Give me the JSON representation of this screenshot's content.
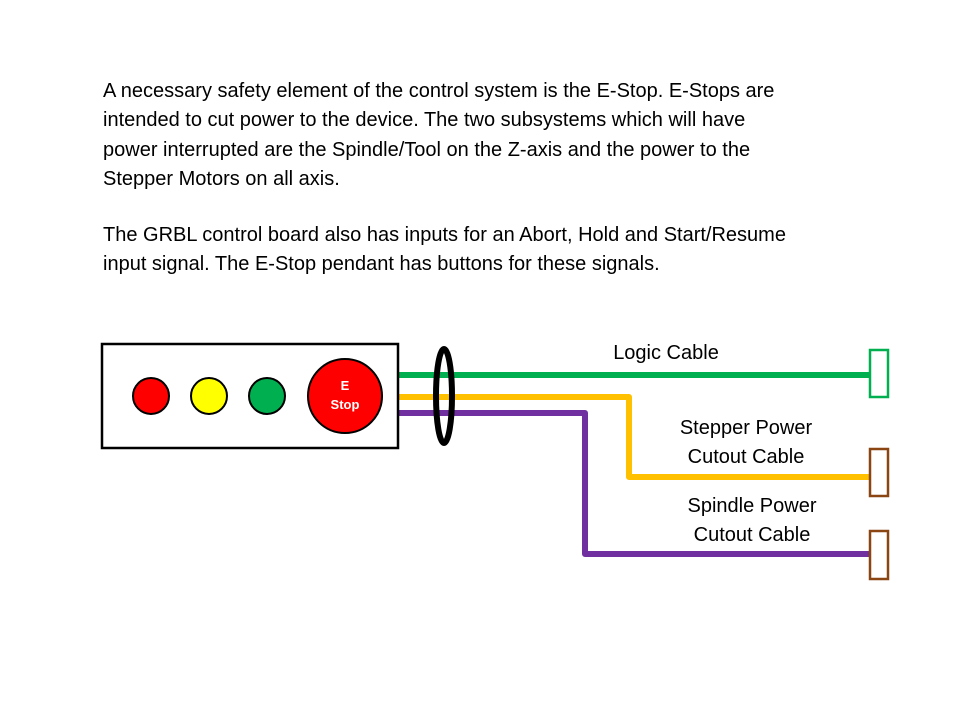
{
  "text": {
    "paragraph_1": "A necessary safety element of the control system is the E-Stop.  E-Stops are\nintended to cut power to the device.  The two subsystems which will have\npower interrupted are the Spindle/Tool on the Z-axis and the power to the\nStepper Motors on all axis.",
    "paragraph_2": "The GRBL control board also has inputs for an Abort, Hold and Start/Resume\ninput signal.  The E-Stop pendant has buttons for these signals."
  },
  "pendant": {
    "estop_label_line1": "E",
    "estop_label_line2": "Stop",
    "buttons": [
      {
        "name": "abort",
        "color": "#ff0000"
      },
      {
        "name": "hold",
        "color": "#ffff00"
      },
      {
        "name": "start-resume",
        "color": "#00b050"
      },
      {
        "name": "e-stop",
        "color": "#ff0000"
      }
    ]
  },
  "cables": [
    {
      "name": "logic",
      "label": "Logic Cable",
      "color": "#00b050",
      "connector_color": "#00b050"
    },
    {
      "name": "stepper-power",
      "label": "Stepper Power\nCutout Cable",
      "color": "#ffc000",
      "connector_color": "#8b4513"
    },
    {
      "name": "spindle-power",
      "label": "Spindle Power\n Cutout Cable",
      "color": "#7030a0",
      "connector_color": "#8b4513"
    }
  ],
  "colors": {
    "outline": "#000000",
    "background": "#ffffff"
  }
}
